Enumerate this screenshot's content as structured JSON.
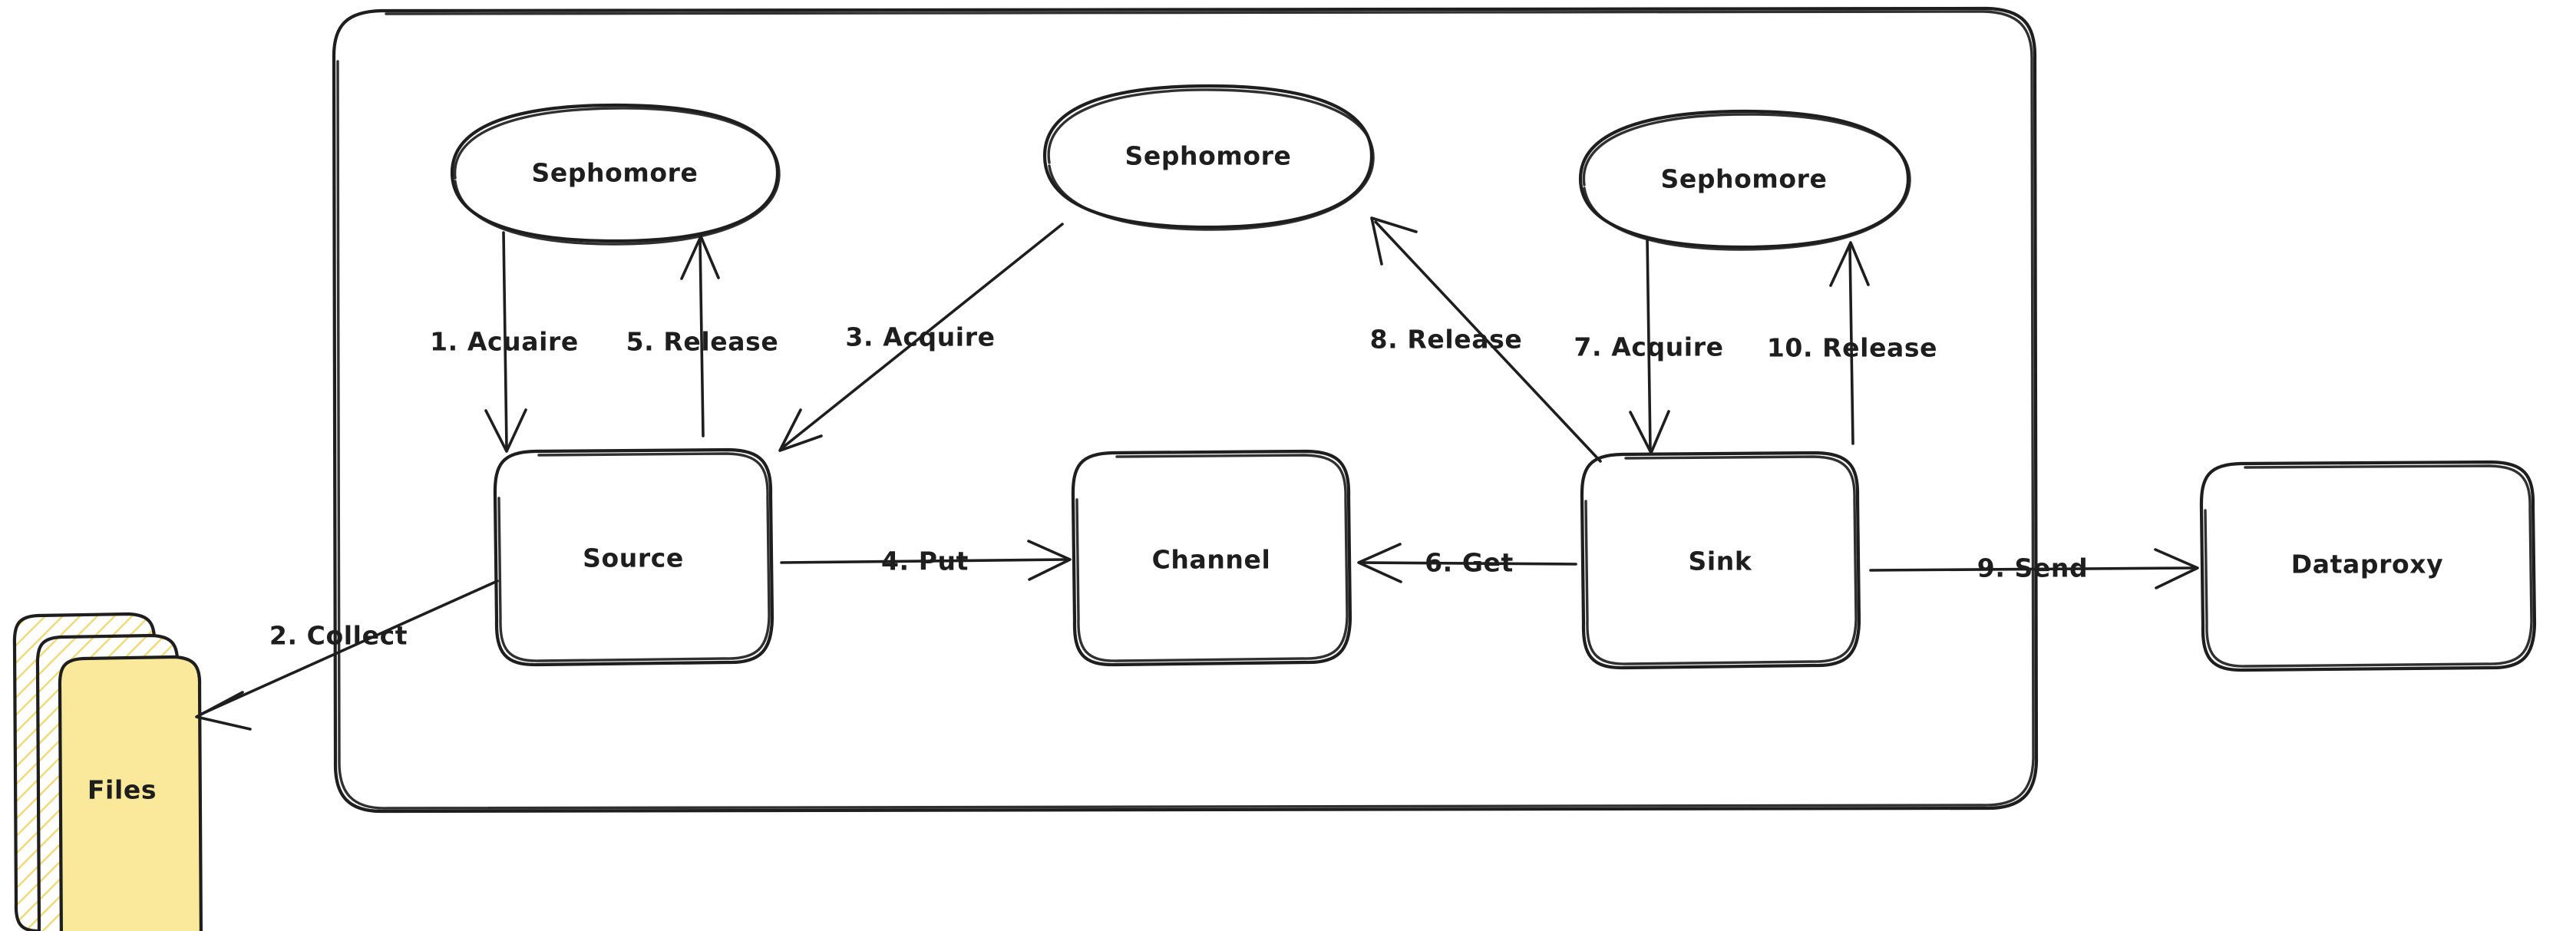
{
  "diagram": {
    "title": "Source-Channel-Sink semaphore flow",
    "background": "#ffffff",
    "stroke_color": "#1e1e1e",
    "accent_color": "#fae99b"
  },
  "container": {
    "name": "agent-boundary"
  },
  "semaphores": [
    {
      "id": "sem-left",
      "label": "Sephomore"
    },
    {
      "id": "sem-middle",
      "label": "Sephomore"
    },
    {
      "id": "sem-right",
      "label": "Sephomore"
    }
  ],
  "nodes": [
    {
      "id": "source",
      "label": "Source"
    },
    {
      "id": "channel",
      "label": "Channel"
    },
    {
      "id": "sink",
      "label": "Sink"
    },
    {
      "id": "dataproxy",
      "label": "Dataproxy"
    },
    {
      "id": "files",
      "label": "Files"
    }
  ],
  "edges": [
    {
      "id": "e1",
      "label": "1. Acuaire",
      "from": "sem-left",
      "to": "source"
    },
    {
      "id": "e2",
      "label": "2. Collect",
      "from": "source",
      "to": "files"
    },
    {
      "id": "e3",
      "label": "3. Acquire",
      "from": "sem-middle",
      "to": "source"
    },
    {
      "id": "e4",
      "label": "4. Put",
      "from": "source",
      "to": "channel"
    },
    {
      "id": "e5",
      "label": "5. Release",
      "from": "source",
      "to": "sem-left"
    },
    {
      "id": "e6",
      "label": "6. Get",
      "from": "sink",
      "to": "channel"
    },
    {
      "id": "e7",
      "label": "7. Acquire",
      "from": "sem-right",
      "to": "sink"
    },
    {
      "id": "e8",
      "label": "8. Release",
      "from": "sink",
      "to": "sem-middle"
    },
    {
      "id": "e9",
      "label": "9. Send",
      "from": "sink",
      "to": "dataproxy"
    },
    {
      "id": "e10",
      "label": "10. Release",
      "from": "sink",
      "to": "sem-right"
    }
  ]
}
